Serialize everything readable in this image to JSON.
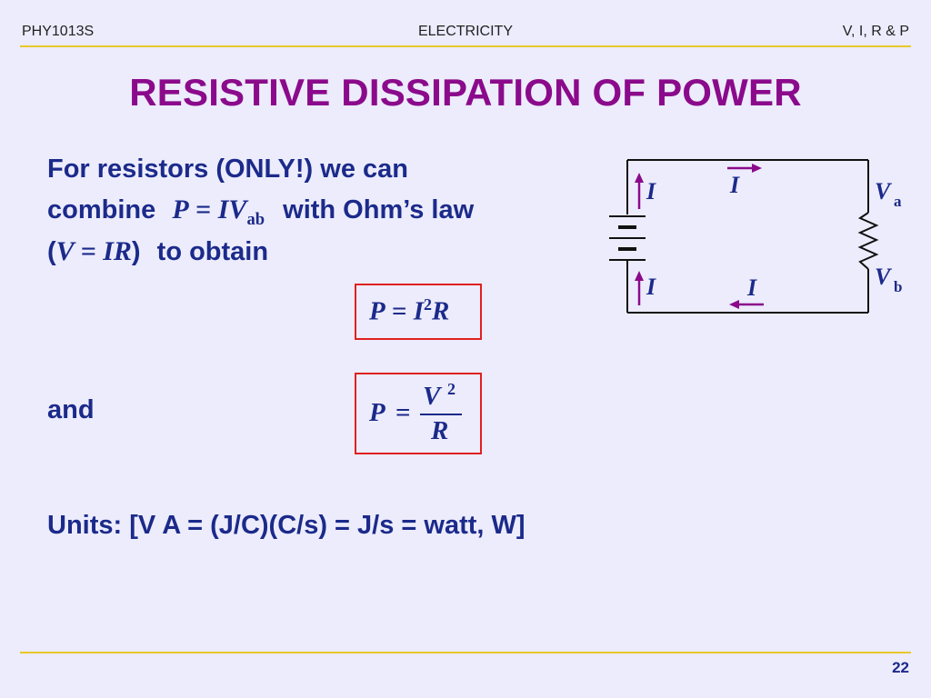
{
  "header": {
    "left": "PHY1013S",
    "center": "ELECTRICITY",
    "right": "V, I, R & P"
  },
  "title": "RESISTIVE DISSIPATION OF POWER",
  "body": {
    "line1": "For resistors (ONLY!) we can",
    "line2_pre": "combine",
    "line2_eq_P": "P",
    "line2_eq_eq": " = ",
    "line2_eq_IV": "IV",
    "line2_eq_sub": "ab",
    "line2_post": "with Ohm’s law",
    "line3_open": "(",
    "line3_eq": "V = IR",
    "line3_close": ")",
    "line3_post": "to obtain",
    "and": "and",
    "units": "Units: [V A = (J/C)(C/s) = J/s = watt, W]"
  },
  "equations": {
    "eq1_P": "P",
    "eq1_eq": " = ",
    "eq1_I": "I",
    "eq1_sup": "2",
    "eq1_R": "R",
    "eq2_P": "P",
    "eq2_eq": "=",
    "eq2_num": "V",
    "eq2_sup": "2",
    "eq2_den": "R"
  },
  "circuit": {
    "current_label": "I",
    "va_V": "V",
    "va_sub": "a",
    "vb_V": "V",
    "vb_sub": "b"
  },
  "footer": {
    "page_number": "22"
  },
  "colors": {
    "background": "#ECECFC",
    "title": "#8B0A8B",
    "text": "#1B2A8A",
    "arrow": "#8B0A8B",
    "rule": "#E8C82A",
    "box_border": "#E02020"
  }
}
